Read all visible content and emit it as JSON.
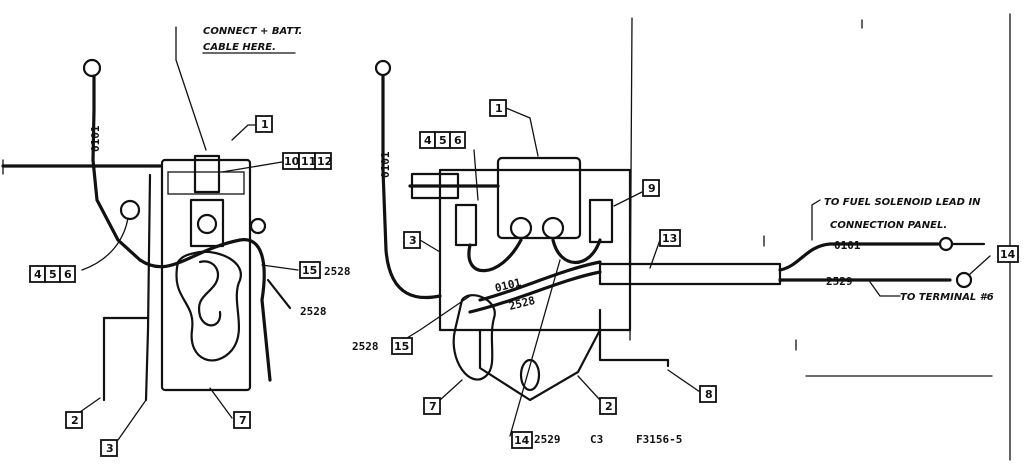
{
  "notes": {
    "connect_line1": "CONNECT + BATT.",
    "connect_line2": "CABLE HERE.",
    "fuel_line1": "TO FUEL SOLENOID LEAD IN",
    "fuel_line2": "CONNECTION PANEL.",
    "terminal": "TO TERMINAL #6"
  },
  "wire_codes": {
    "w0101": "0101",
    "w2528": "2528",
    "w2529": "2529"
  },
  "callouts": {
    "c1": "1",
    "c2": "2",
    "c3": "3",
    "c7": "7",
    "c8": "8",
    "c9": "9",
    "c4": "4",
    "c5": "5",
    "c6": "6",
    "c10": "10",
    "c11": "11",
    "c12": "12",
    "c13": "13",
    "c14": "14",
    "c15": "15"
  },
  "drawing": {
    "code": "C3",
    "number": "F3156-5"
  }
}
